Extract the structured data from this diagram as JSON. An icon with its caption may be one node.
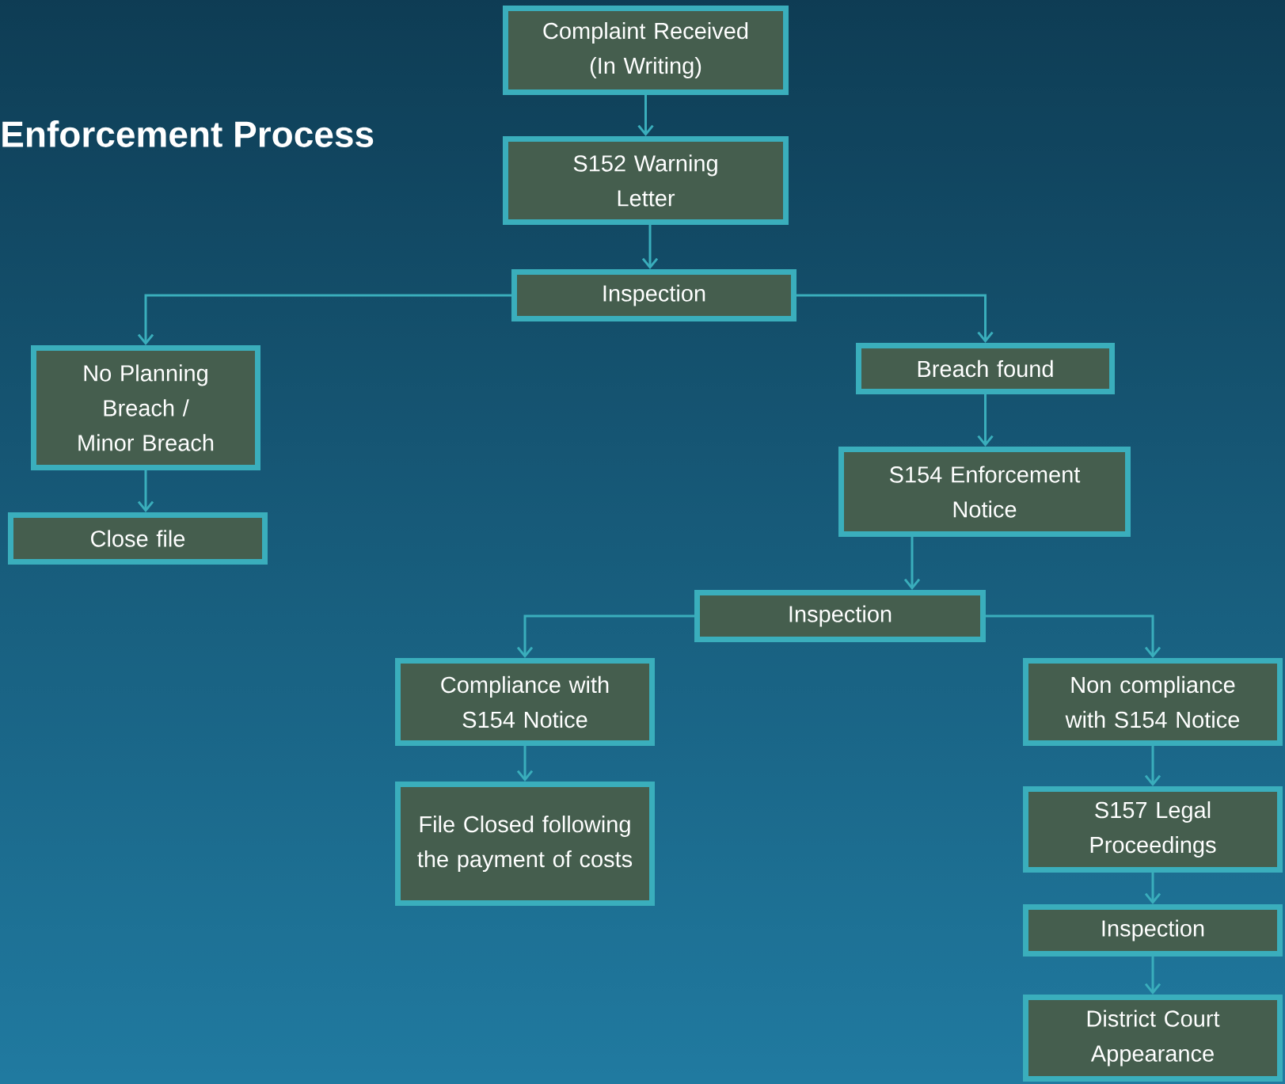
{
  "diagram": {
    "title": "Enforcement Process",
    "nodes": [
      {
        "text": [
          "Complaint Received (In Writing)"
        ]
      },
      {
        "text": [
          "S152 Warning Letter"
        ]
      },
      {
        "text": [
          "Inspection"
        ]
      },
      {
        "text": [
          "No Planning Breach / Minor Breach"
        ]
      },
      {
        "text": [
          "Close file"
        ]
      },
      {
        "text": [
          "Breach found"
        ]
      },
      {
        "text": [
          "S154 Enforcement Notice"
        ]
      },
      {
        "text": [
          "Inspection"
        ]
      },
      {
        "text": [
          "Compliance with S154 Notice"
        ]
      },
      {
        "text": [
          "File Closed following the payment of costs"
        ]
      },
      {
        "text": [
          "Non compliance with S154 Notice"
        ]
      },
      {
        "text": [
          "S157 Legal Proceedings"
        ]
      },
      {
        "text": [
          "Inspection"
        ]
      },
      {
        "text": [
          "District Court Appearance"
        ]
      }
    ],
    "edges": [
      {
        "from": 0,
        "to": 1,
        "arrow": "to"
      },
      {
        "from": 1,
        "to": 2,
        "arrow": "to"
      },
      {
        "from": 2,
        "to": 3,
        "arrow": "to"
      },
      {
        "from": 2,
        "to": 5,
        "arrow": "to"
      },
      {
        "from": 3,
        "to": 4,
        "arrow": "to"
      },
      {
        "from": 5,
        "to": 6,
        "arrow": "to"
      },
      {
        "from": 6,
        "to": 7,
        "arrow": "to"
      },
      {
        "from": 7,
        "to": 8,
        "arrow": "to"
      },
      {
        "from": 7,
        "to": 10,
        "arrow": "to"
      },
      {
        "from": 8,
        "to": 9,
        "arrow": "to"
      },
      {
        "from": 10,
        "to": 11,
        "arrow": "to"
      },
      {
        "from": 11,
        "to": 12,
        "arrow": "to"
      },
      {
        "from": 12,
        "to": 13,
        "arrow": "to"
      }
    ]
  }
}
